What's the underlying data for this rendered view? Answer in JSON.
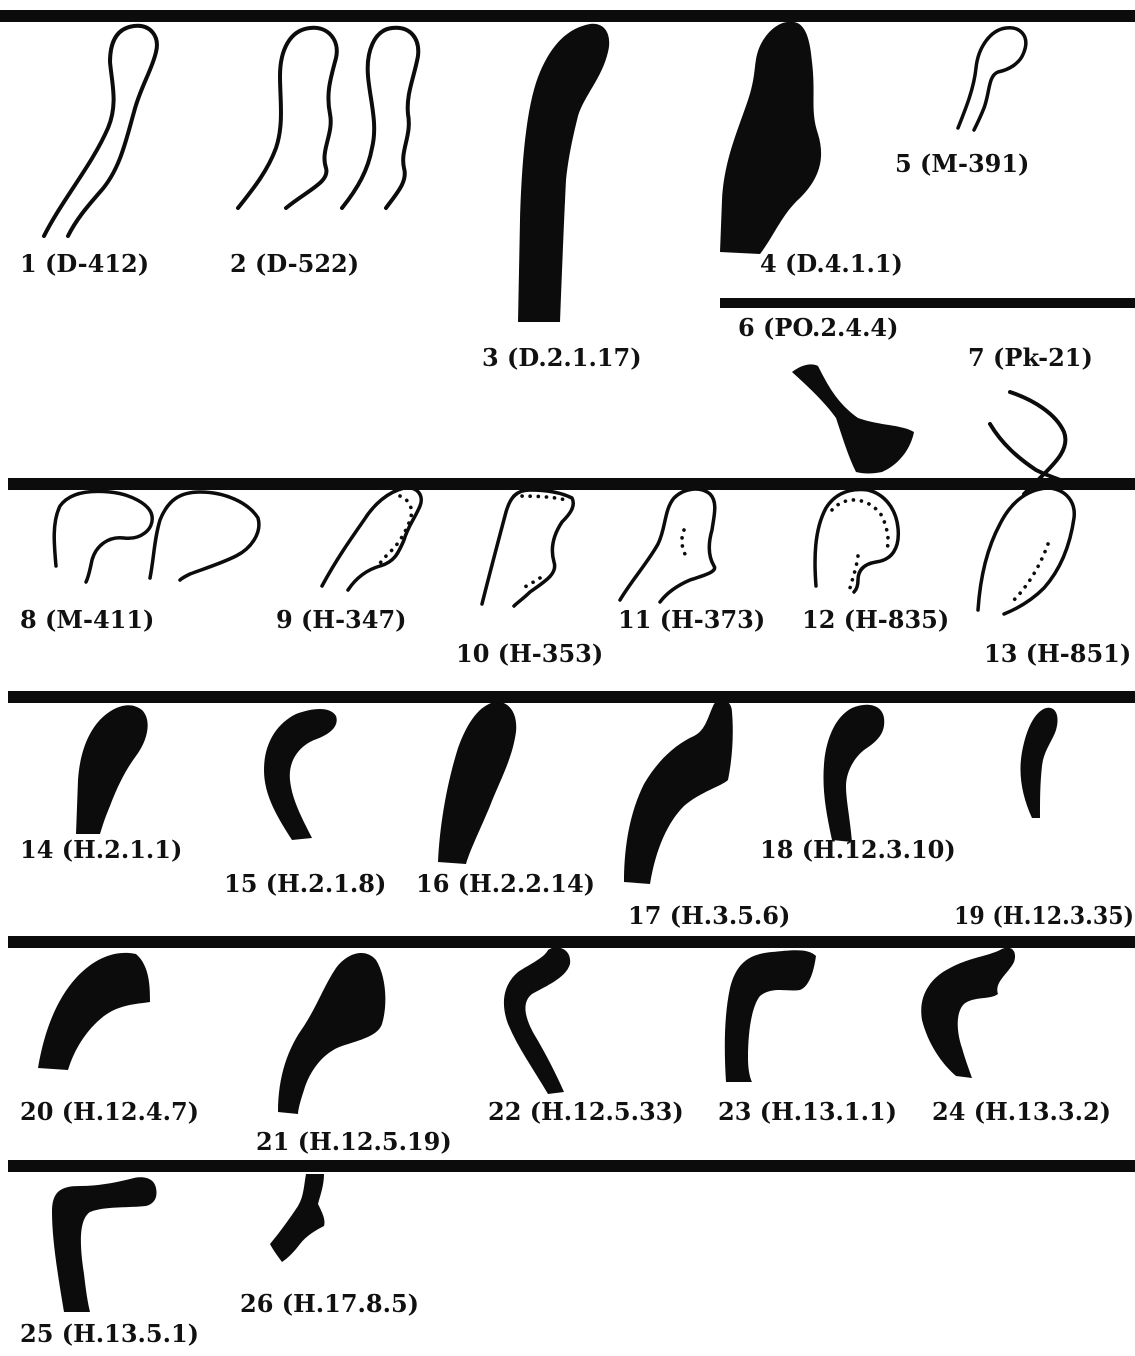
{
  "plate": {
    "colors": {
      "ink": "#0c0c0c",
      "background": "#ffffff"
    },
    "profiles": [
      {
        "number": "1",
        "code": "D-412"
      },
      {
        "number": "2",
        "code": "D-522"
      },
      {
        "number": "3",
        "code": "D.2.1.17"
      },
      {
        "number": "4",
        "code": "D.4.1.1"
      },
      {
        "number": "5",
        "code": "M-391"
      },
      {
        "number": "6",
        "code": "PO.2.4.4"
      },
      {
        "number": "7",
        "code": "Pk-21"
      },
      {
        "number": "8",
        "code": "M-411"
      },
      {
        "number": "9",
        "code": "H-347"
      },
      {
        "number": "10",
        "code": "H-353"
      },
      {
        "number": "11",
        "code": "H-373"
      },
      {
        "number": "12",
        "code": "H-835"
      },
      {
        "number": "13",
        "code": "H-851"
      },
      {
        "number": "14",
        "code": "H.2.1.1"
      },
      {
        "number": "15",
        "code": "H.2.1.8"
      },
      {
        "number": "16",
        "code": "H.2.2.14"
      },
      {
        "number": "17",
        "code": "H.3.5.6"
      },
      {
        "number": "18",
        "code": "H.12.3.10"
      },
      {
        "number": "19",
        "code": "H.12.3.35)"
      },
      {
        "number": "20",
        "code": "H.12.4.7"
      },
      {
        "number": "21",
        "code": "H.12.5.19"
      },
      {
        "number": "22",
        "code": "H.12.5.33"
      },
      {
        "number": "23",
        "code": "H.13.1.1"
      },
      {
        "number": "24",
        "code": "H.13.3.2"
      },
      {
        "number": "25",
        "code": "H.13.5.1"
      },
      {
        "number": "26",
        "code": "H.17.8.5"
      }
    ],
    "labels": [
      "1 (D-412)",
      "2 (D-522)",
      "3 (D.2.1.17)",
      "4 (D.4.1.1)",
      "5 (M-391)",
      "6 (PO.2.4.4)",
      "7 (Pk-21)",
      "8 (M-411)",
      "9 (H-347)",
      "10 (H-353)",
      "11 (H-373)",
      "12 (H-835)",
      "13 (H-851)",
      "14 (H.2.1.1)",
      "15 (H.2.1.8)",
      "16 (H.2.2.14)",
      "17 (H.3.5.6)",
      "18 (H.12.3.10)",
      "19 (H.12.3.35)",
      "20 (H.12.4.7)",
      "21 (H.12.5.19)",
      "22 (H.12.5.33)",
      "23 (H.13.1.1)",
      "24 (H.13.3.2)",
      "25 (H.13.5.1)",
      "26 (H.17.8.5)"
    ]
  }
}
